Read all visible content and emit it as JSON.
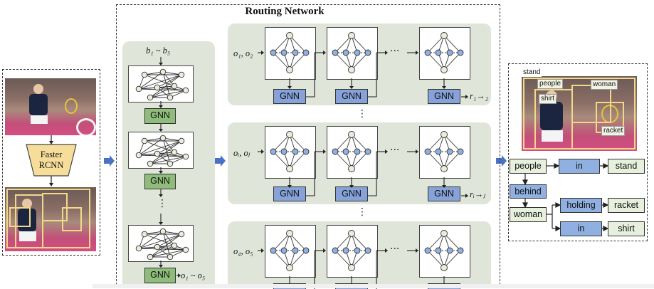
{
  "title": "Routing Network",
  "detector": {
    "label_line1": "Faster",
    "label_line2": "RCNN"
  },
  "middle": {
    "input_label": "b₁ ~ b₅",
    "gnn_label": "GNN",
    "output_label": "o₁ ~ o₅",
    "vdots": "⋮"
  },
  "routing": {
    "rows": [
      {
        "input": "o₁, o₂",
        "output": "r₁→₂"
      },
      {
        "input": "oᵢ, oⱼ",
        "output": "rᵢ→ⱼ"
      },
      {
        "input": "o₄, o₅",
        "output": ""
      }
    ],
    "gnn_label": "GNN",
    "hdots": "···",
    "vdots": "⋮"
  },
  "photo_tags": [
    "stand",
    "people",
    "woman",
    "shirt",
    "racket"
  ],
  "scene_graph": {
    "nodes": {
      "people": "people",
      "in1": "in",
      "stand": "stand",
      "behind": "behind",
      "woman": "woman",
      "holding": "holding",
      "racket": "racket",
      "in2": "in",
      "shirt": "shirt"
    }
  },
  "colors": {
    "panel": "#dfe5d8",
    "gnn_green": "#8fbc7a",
    "gnn_blue": "#86a2d8",
    "node_fill": "#e8eedb",
    "node_blue": "#8fb0e0",
    "arrow_blue": "#4a72c4",
    "bbox_yellow": "#f2d98a"
  }
}
